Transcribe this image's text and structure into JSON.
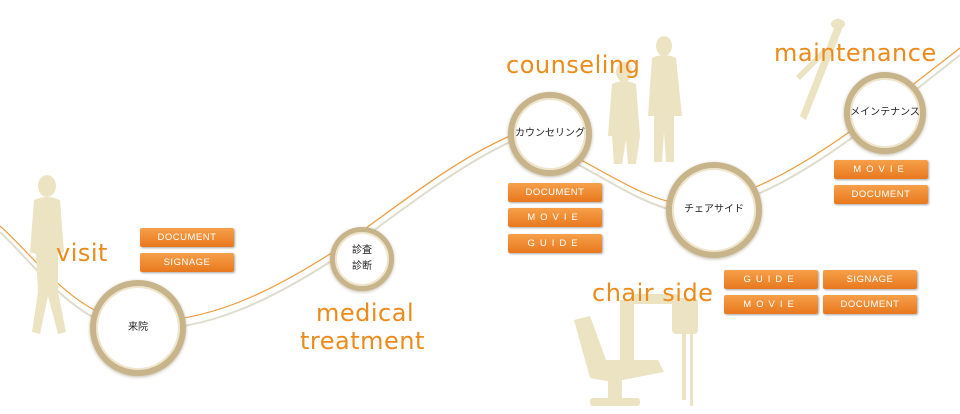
{
  "headings": {
    "visit": "visit",
    "medical_line1": "medical",
    "medical_line2": "treatment",
    "counseling": "counseling",
    "chair_side": "chair side",
    "maintenance": "maintenance"
  },
  "nodes": {
    "raiin": "来院",
    "shinsa_line1": "診査",
    "shinsa_line2": "診断",
    "counseling": "カウンセリング",
    "chairside": "チェアサイド",
    "maintenance": "メインテナンス"
  },
  "buttons": {
    "visit_document": "DOCUMENT",
    "visit_signage": "SIGNAGE",
    "counseling_document": "DOCUMENT",
    "counseling_movie": "MOVIE",
    "counseling_guide": "GUIDE",
    "chairside_guide": "GUIDE",
    "chairside_signage": "SIGNAGE",
    "chairside_movie": "MOVIE",
    "chairside_document": "DOCUMENT",
    "maintenance_movie": "MOVIE",
    "maintenance_document": "DOCUMENT"
  },
  "colors": {
    "accent_orange": "#ec8a1a",
    "silhouette_beige": "#ece3c2",
    "ring_gold": "#c7b48a"
  }
}
